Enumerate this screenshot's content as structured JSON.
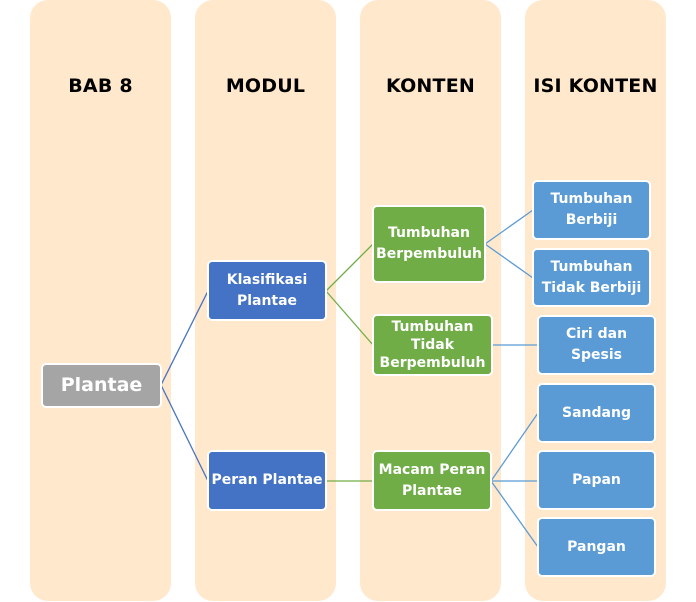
{
  "columns": [
    {
      "title": "BAB 8"
    },
    {
      "title": "MODUL"
    },
    {
      "title": "KONTEN"
    },
    {
      "title": "ISI KONTEN"
    }
  ],
  "nodes": {
    "root": {
      "label": "Plantae"
    },
    "modul": [
      {
        "label": "Klasifikasi Plantae"
      },
      {
        "label": "Peran Plantae"
      }
    ],
    "konten": [
      {
        "label": "Tumbuhan Berpembuluh"
      },
      {
        "label": "Tumbuhan Tidak Berpembuluh"
      },
      {
        "label": "Macam Peran Plantae"
      }
    ],
    "isi_konten": [
      {
        "label": "Tumbuhan Berbiji"
      },
      {
        "label": "Tumbuhan Tidak Berbiji"
      },
      {
        "label": "Ciri dan Spesis"
      },
      {
        "label": "Sandang"
      },
      {
        "label": "Papan"
      },
      {
        "label": "Pangan"
      }
    ]
  },
  "colors": {
    "column_bg": "#ffe8cc",
    "root": "#a5a5a5",
    "modul": "#4472c4",
    "konten": "#70ad47",
    "isi_konten": "#5b9bd5",
    "link_blue": "#4472c4",
    "link_green": "#70ad47",
    "link_lightblue": "#5b9bd5"
  }
}
